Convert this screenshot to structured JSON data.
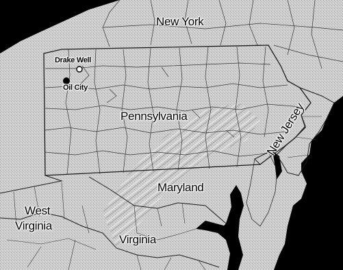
{
  "map": {
    "colors": {
      "water": "#000000",
      "land": "#c9c9c9",
      "border": "#2a2a2a",
      "marker": "#000000"
    },
    "state_labels": [
      {
        "id": "new-york",
        "text": "New York"
      },
      {
        "id": "pennsylvania",
        "text": "Pennsylvania"
      },
      {
        "id": "maryland",
        "text": "Maryland"
      },
      {
        "id": "new-jersey",
        "text": "New Jersey"
      },
      {
        "id": "west-virginia-line1",
        "text": "West"
      },
      {
        "id": "west-virginia-line2",
        "text": "Virginia"
      },
      {
        "id": "virginia",
        "text": "Virginia"
      }
    ],
    "places": [
      {
        "id": "drake-well",
        "text": "Drake Well",
        "marker": "open-circle-icon"
      },
      {
        "id": "oil-city",
        "text": "Oil City",
        "marker": "filled-circle-icon"
      }
    ]
  }
}
